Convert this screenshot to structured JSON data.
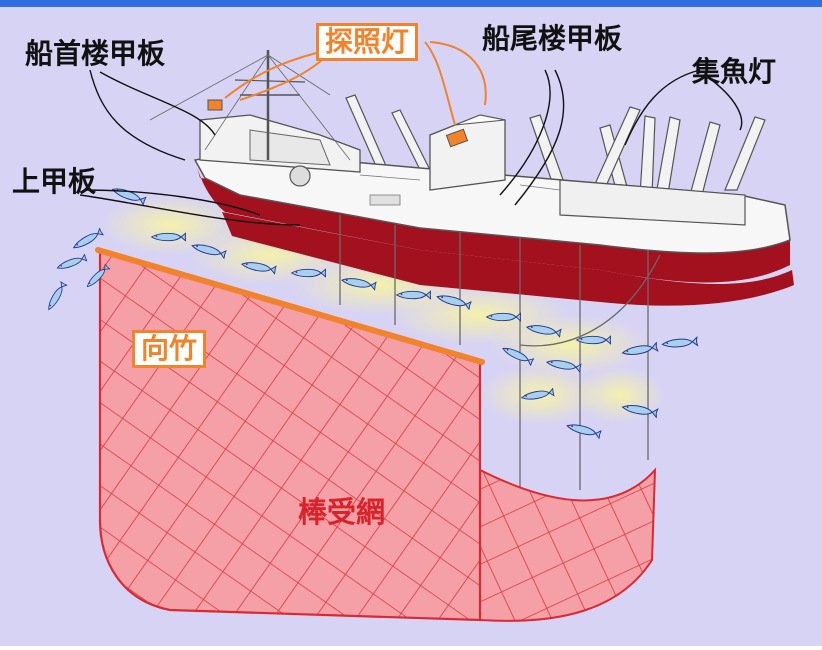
{
  "labels": {
    "bow_deck": "船首楼甲板",
    "searchlight": "探照灯",
    "stern_deck": "船尾楼甲板",
    "fish_lamp": "集魚灯",
    "upper_deck": "上甲板",
    "mukodake": "向竹",
    "stick_net": "棒受網"
  },
  "colors": {
    "background": "#d7d3f4",
    "top_bar": "#2f6fe0",
    "net_fill": "#f4a0a6",
    "net_line": "#d92a33",
    "hull_red": "#a3101e",
    "bamboo": "#f0832c",
    "fish": "#a9cfee",
    "fish_light": "#f0f0a0",
    "label_text": "#111111",
    "boxed_text": "#f0832c"
  }
}
